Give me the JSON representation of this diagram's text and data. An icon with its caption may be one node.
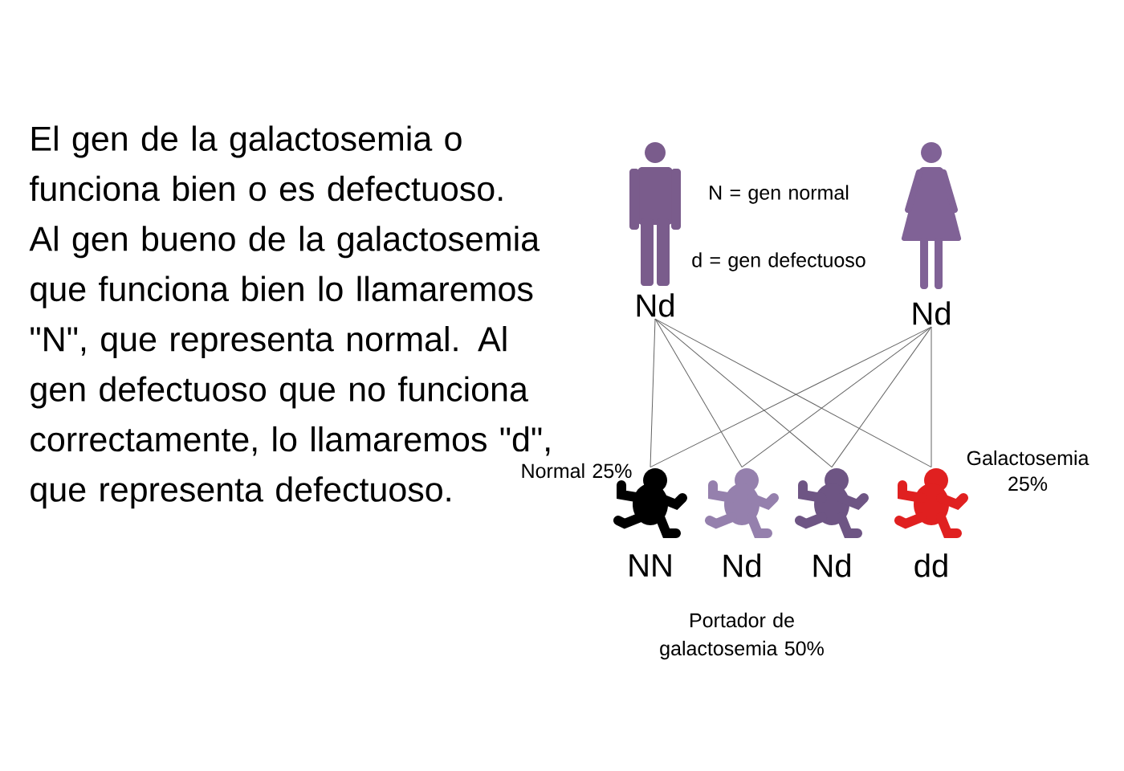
{
  "diagram": {
    "nodes": [
      {
        "text": [
          "Nd"
        ]
      },
      {
        "text": [
          "Nd"
        ]
      },
      {
        "text": [
          "NN"
        ],
        "beside": [
          "Normal 25%"
        ]
      },
      {
        "text": [
          "Nd"
        ]
      },
      {
        "text": [
          "Nd"
        ]
      },
      {
        "text": [
          "dd"
        ],
        "beside": [
          "Galactosemia 25%"
        ]
      }
    ],
    "edges": [
      {
        "from": 0,
        "to": 2,
        "arrow": "none"
      },
      {
        "from": 0,
        "to": 3,
        "arrow": "none"
      },
      {
        "from": 0,
        "to": 4,
        "arrow": "none"
      },
      {
        "from": 0,
        "to": 5,
        "arrow": "none"
      },
      {
        "from": 1,
        "to": 2,
        "arrow": "none"
      },
      {
        "from": 1,
        "to": 3,
        "arrow": "none"
      },
      {
        "from": 1,
        "to": 4,
        "arrow": "none"
      },
      {
        "from": 1,
        "to": 5,
        "arrow": "none"
      }
    ],
    "labels": [
      "El gen de la galactosemia o funciona bien o es defectuoso. Al gen bueno de la galactosemia que funciona bien lo llamaremos \"N\", que representa normal.  Al gen defectuoso que no funciona correctamente, lo llamaremos \"d\", que representa defectuoso.",
      "N = gen normal",
      "d = gen defectuoso",
      "Portador de galactosemia 50%"
    ]
  }
}
